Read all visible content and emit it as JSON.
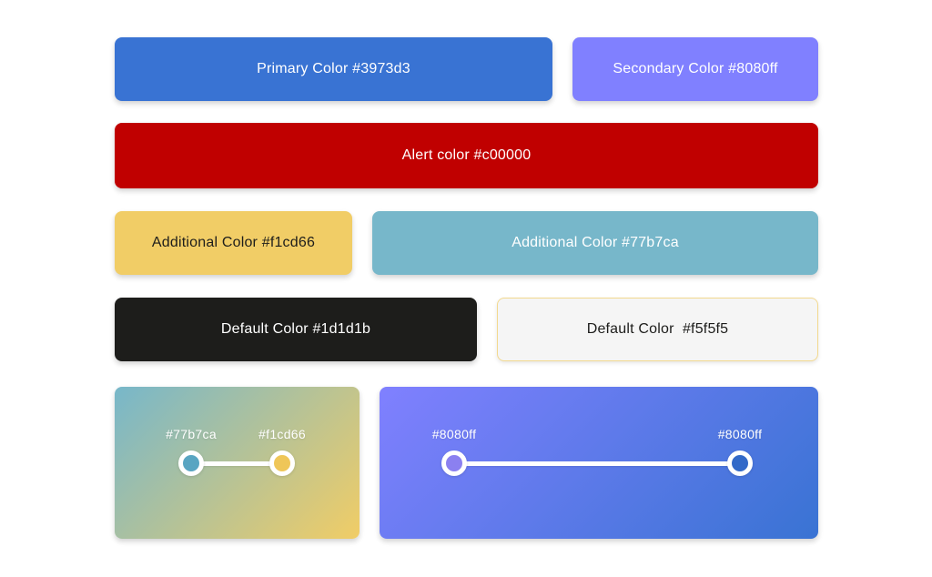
{
  "page": {
    "background": "#ffffff"
  },
  "swatches": [
    {
      "id": "primary",
      "label": "Primary Color #3973d3",
      "color": "#3973d3",
      "text_color": "#ffffff"
    },
    {
      "id": "secondary",
      "label": "Secondary Color #8080ff",
      "color": "#8080ff",
      "text_color": "#ffffff"
    },
    {
      "id": "alert",
      "label": "Alert color #c00000",
      "color": "#c00000",
      "text_color": "#ffffff"
    },
    {
      "id": "additional-yellow",
      "label": "Additional Color #f1cd66",
      "color": "#f1cd66",
      "text_color": "#1d1d1b"
    },
    {
      "id": "additional-teal",
      "label": "Additional Color #77b7ca",
      "color": "#77b7ca",
      "text_color": "#ffffff"
    },
    {
      "id": "default-dark",
      "label": "Default Color #1d1d1b",
      "color": "#1d1d1b",
      "text_color": "#ffffff"
    },
    {
      "id": "default-light",
      "label": "Default Color  #f5f5f5",
      "color": "#f5f5f5",
      "text_color": "#1d1d1b",
      "border_color": "#f3d98f"
    }
  ],
  "gradients": [
    {
      "id": "teal-yellow",
      "start_label": "#77b7ca",
      "end_label": "#f1cd66",
      "start_color": "#77b7ca",
      "end_color": "#f1cd66",
      "start_stop_color": "#59a5c2",
      "end_stop_color": "#efc658",
      "label_color": "#ffffff"
    },
    {
      "id": "purple-blue",
      "start_label": "#8080ff",
      "end_label": "#8080ff",
      "start_color": "#8080ff",
      "end_color": "#3973d3",
      "start_stop_color": "#8b80f0",
      "end_stop_color": "#3269c8",
      "label_color": "#ffffff"
    }
  ]
}
